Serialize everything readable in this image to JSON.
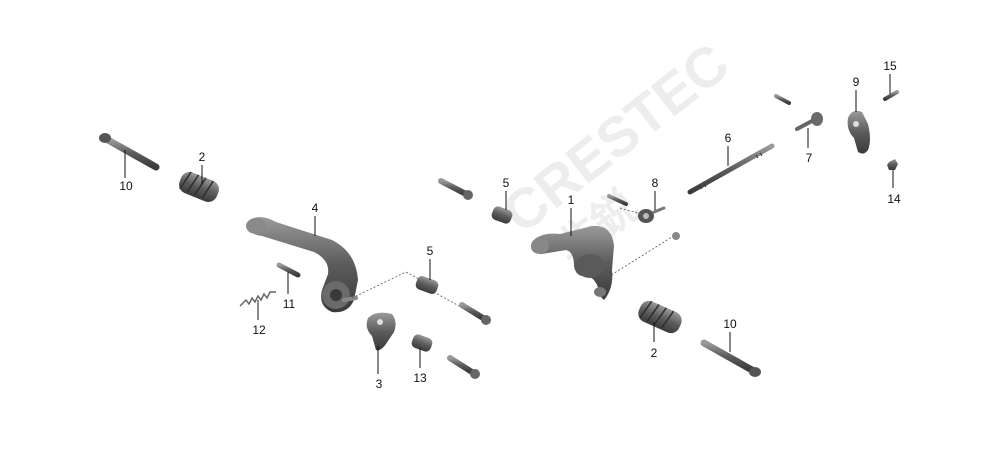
{
  "watermark": {
    "brand": "CRESTEC",
    "cjk": "非鋭"
  },
  "callouts": {
    "c1": "1",
    "c2a": "2",
    "c2b": "2",
    "c3": "3",
    "c4": "4",
    "c5a": "5",
    "c5b": "5",
    "c6": "6",
    "c7": "7",
    "c8": "8",
    "c9": "9",
    "c10a": "10",
    "c10b": "10",
    "c11": "11",
    "c12": "12",
    "c13": "13",
    "c14": "14",
    "c15": "15"
  },
  "colors": {
    "part_dark": "#3a3a3a",
    "part_mid": "#6e6e6e",
    "part_light": "#a8a8a8"
  }
}
